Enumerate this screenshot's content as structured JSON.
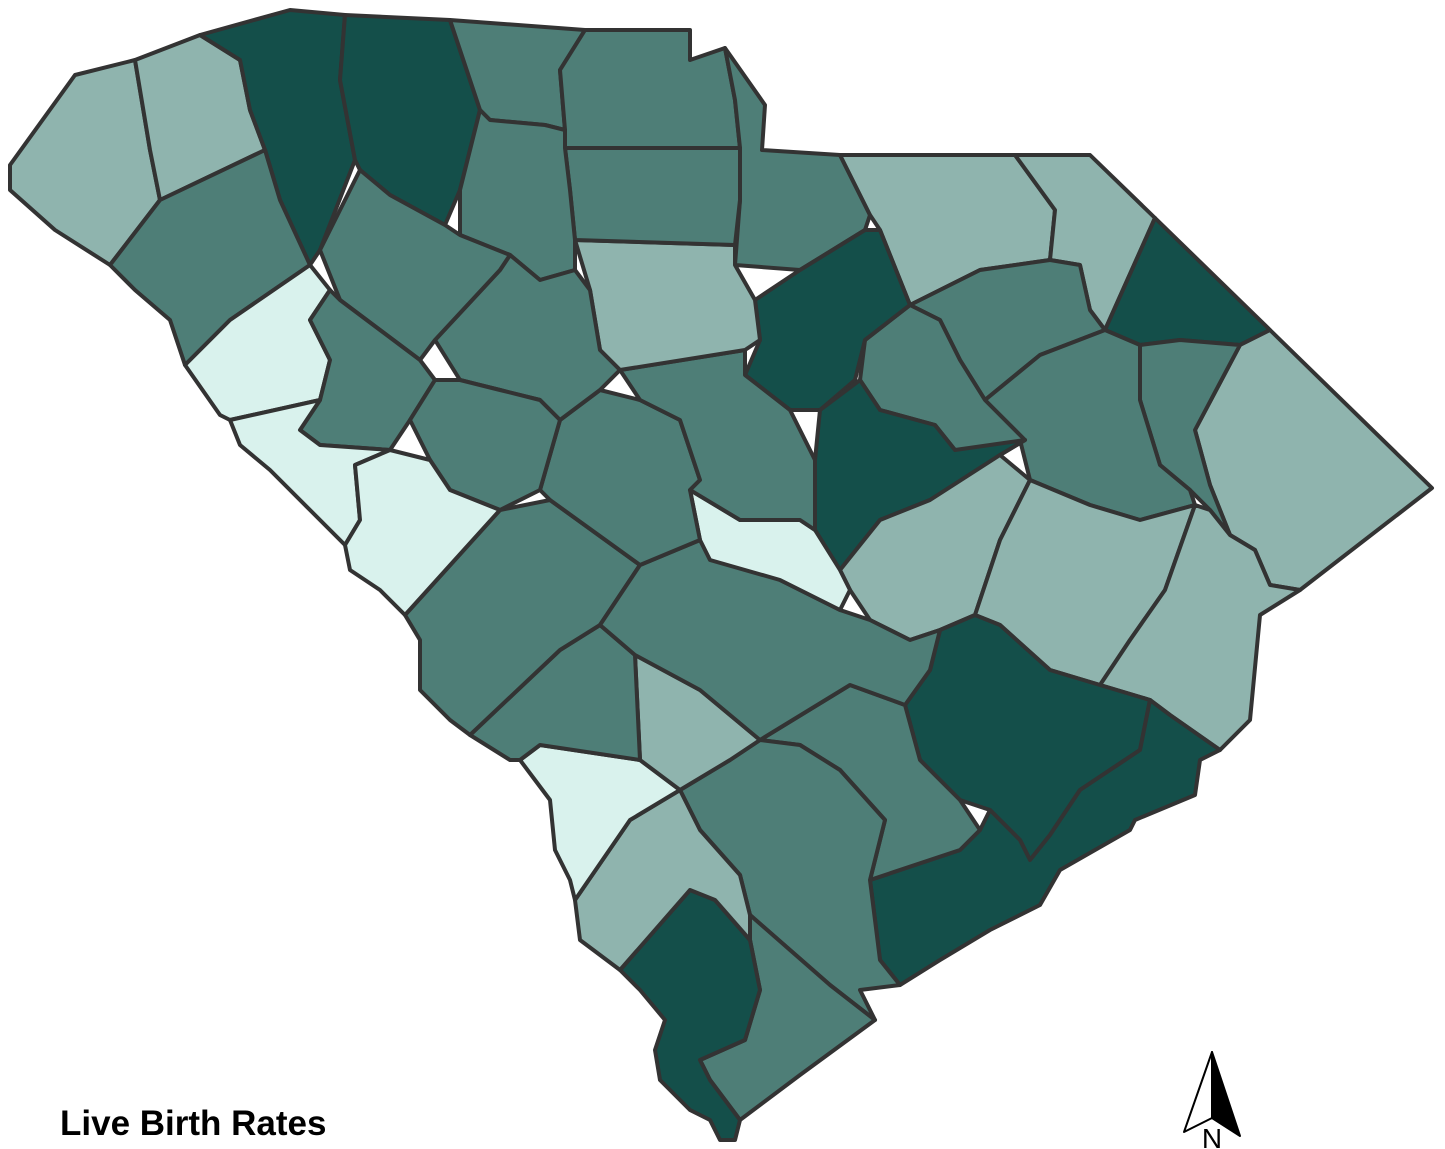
{
  "map": {
    "title": "Live Birth Rates",
    "north_label": "N",
    "palette": [
      "#d9f2ed",
      "#8fb4ae",
      "#4e7e77",
      "#144f4a"
    ],
    "border_color": "#333333",
    "region_levels": [
      1,
      1,
      3,
      3,
      2,
      2,
      2,
      1,
      1,
      3,
      1,
      2,
      2,
      2,
      2,
      3,
      3,
      1,
      1,
      1,
      3,
      3,
      2,
      2,
      2,
      3,
      1,
      0,
      1,
      2,
      2,
      2,
      0,
      2,
      2,
      1,
      2,
      2,
      2,
      2,
      2,
      0,
      2,
      2,
      0,
      0
    ]
  }
}
